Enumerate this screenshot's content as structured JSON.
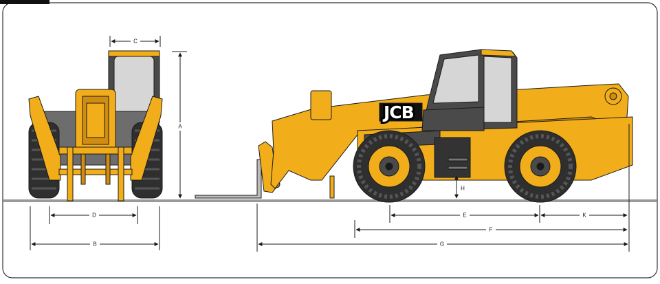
{
  "brand": {
    "logo_text": "JCB"
  },
  "colors": {
    "body": "#f2ad1b",
    "body_shade": "#d18c12",
    "tyre": "#2f2f2f",
    "tyre_tread": "#555555",
    "glass": "#d6d6d6",
    "frame": "#4a4a4a",
    "outline": "#1a1a1a",
    "ground": "#9a9a9a",
    "border": "#333333"
  },
  "dimensions": {
    "A": "A",
    "B": "B",
    "C": "C",
    "D": "D",
    "E": "E",
    "F": "F",
    "G": "G",
    "H": "H",
    "K": "K"
  },
  "icons": [
    "dimension-arrow",
    "wheel-hub",
    "cab",
    "boom",
    "forks"
  ]
}
